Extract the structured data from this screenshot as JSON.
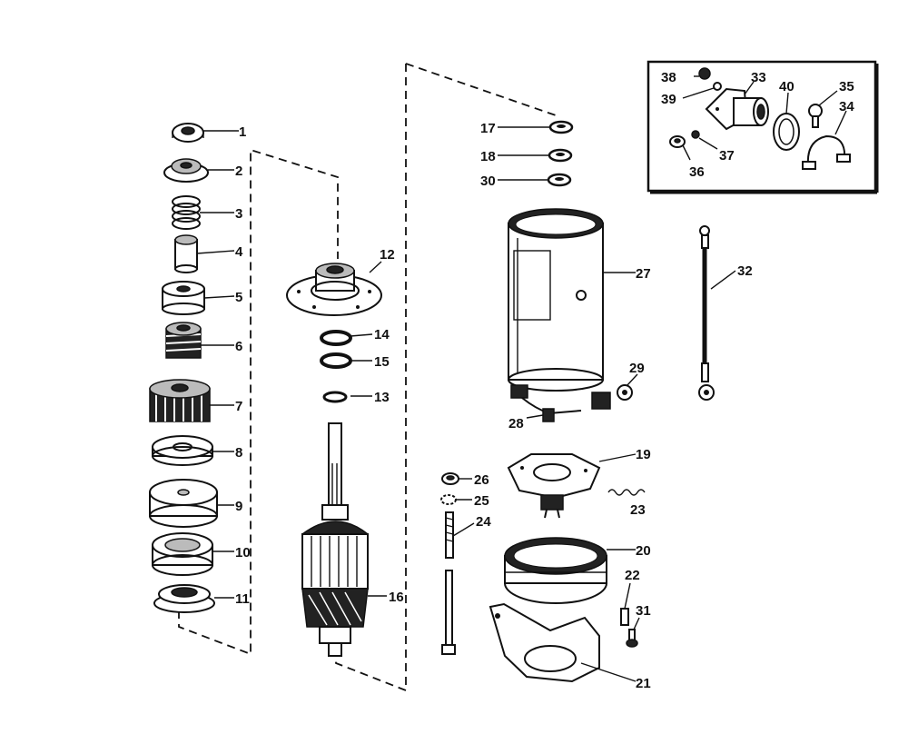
{
  "callouts": [
    {
      "id": "1",
      "text": "1"
    },
    {
      "id": "2",
      "text": "2"
    },
    {
      "id": "3",
      "text": "3"
    },
    {
      "id": "4",
      "text": "4"
    },
    {
      "id": "5",
      "text": "5"
    },
    {
      "id": "6",
      "text": "6"
    },
    {
      "id": "7",
      "text": "7"
    },
    {
      "id": "8",
      "text": "8"
    },
    {
      "id": "9",
      "text": "9"
    },
    {
      "id": "10",
      "text": "10"
    },
    {
      "id": "11",
      "text": "11"
    },
    {
      "id": "12",
      "text": "12"
    },
    {
      "id": "13",
      "text": "13"
    },
    {
      "id": "14",
      "text": "14"
    },
    {
      "id": "15",
      "text": "15"
    },
    {
      "id": "16",
      "text": "16"
    },
    {
      "id": "17",
      "text": "17"
    },
    {
      "id": "18",
      "text": "18"
    },
    {
      "id": "19",
      "text": "19"
    },
    {
      "id": "20",
      "text": "20"
    },
    {
      "id": "21",
      "text": "21"
    },
    {
      "id": "22",
      "text": "22"
    },
    {
      "id": "23",
      "text": "23"
    },
    {
      "id": "24",
      "text": "24"
    },
    {
      "id": "25",
      "text": "25"
    },
    {
      "id": "26",
      "text": "26"
    },
    {
      "id": "27",
      "text": "27"
    },
    {
      "id": "28",
      "text": "28"
    },
    {
      "id": "29",
      "text": "29"
    },
    {
      "id": "30",
      "text": "30"
    },
    {
      "id": "31",
      "text": "31"
    },
    {
      "id": "32",
      "text": "32"
    },
    {
      "id": "33",
      "text": "33"
    },
    {
      "id": "34",
      "text": "34"
    },
    {
      "id": "35",
      "text": "35"
    },
    {
      "id": "36",
      "text": "36"
    },
    {
      "id": "37",
      "text": "37"
    },
    {
      "id": "38",
      "text": "38"
    },
    {
      "id": "39",
      "text": "39"
    },
    {
      "id": "40",
      "text": "40"
    }
  ],
  "colors": {
    "ink": "#111111",
    "background": "#ffffff"
  }
}
